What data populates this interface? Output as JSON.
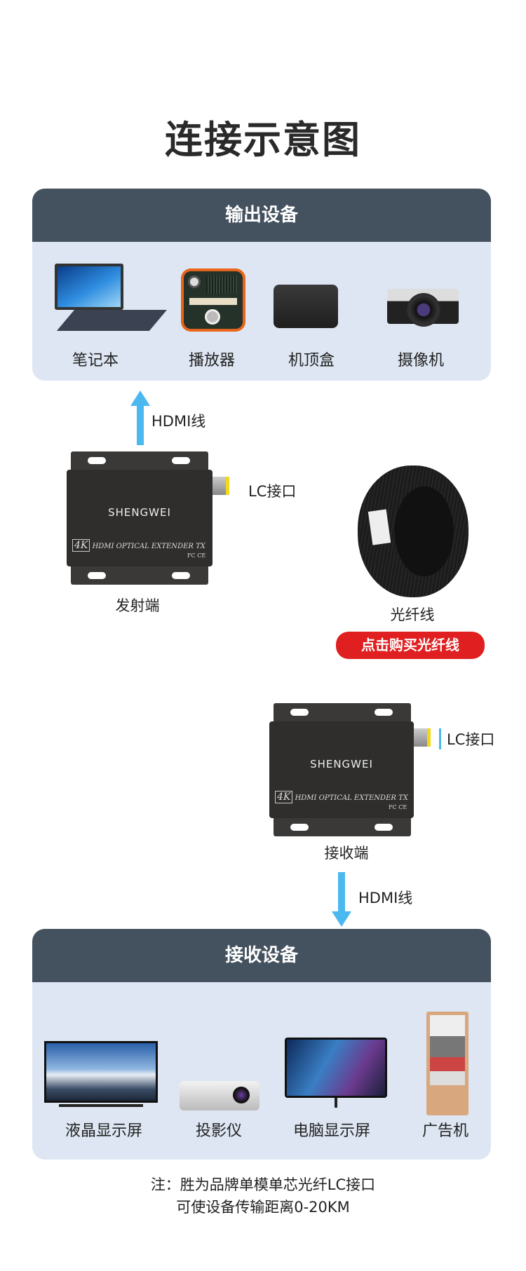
{
  "title": "连接示意图",
  "output_panel": {
    "header": "输出设备",
    "items": [
      {
        "label": "笔记本",
        "icon": "laptop"
      },
      {
        "label": "播放器",
        "icon": "radio-player"
      },
      {
        "label": "机顶盒",
        "icon": "set-top-box"
      },
      {
        "label": "摄像机",
        "icon": "camera"
      }
    ]
  },
  "tx": {
    "hdmi_label": "HDMI线",
    "lc_label": "LC接口",
    "device_label": "发射端",
    "brand": "SHENGWEI",
    "model": "HDMI OPTICAL EXTENDER TX",
    "model_badge": "4K",
    "cert": "FC CE"
  },
  "fiber": {
    "label": "光纤线",
    "buy_button": "点击购买光纤线"
  },
  "rx": {
    "hdmi_label": "HDMI线",
    "lc_label": "LC接口",
    "device_label": "接收端",
    "brand": "SHENGWEI",
    "model": "HDMI OPTICAL EXTENDER TX",
    "model_badge": "4K",
    "cert": "FC CE"
  },
  "input_panel": {
    "header": "接收设备",
    "items": [
      {
        "label": "液晶显示屏",
        "icon": "tv"
      },
      {
        "label": "投影仪",
        "icon": "projector"
      },
      {
        "label": "电脑显示屏",
        "icon": "monitor"
      },
      {
        "label": "广告机",
        "icon": "ad-kiosk"
      }
    ]
  },
  "note": {
    "line1": "注：胜为品牌单模单芯光纤LC接口",
    "line2": "可使设备传输距离0-20KM"
  },
  "colors": {
    "header": "#44515f",
    "panel": "#dde6f2",
    "arrow": "#4cb8f0",
    "button": "#e02020"
  }
}
